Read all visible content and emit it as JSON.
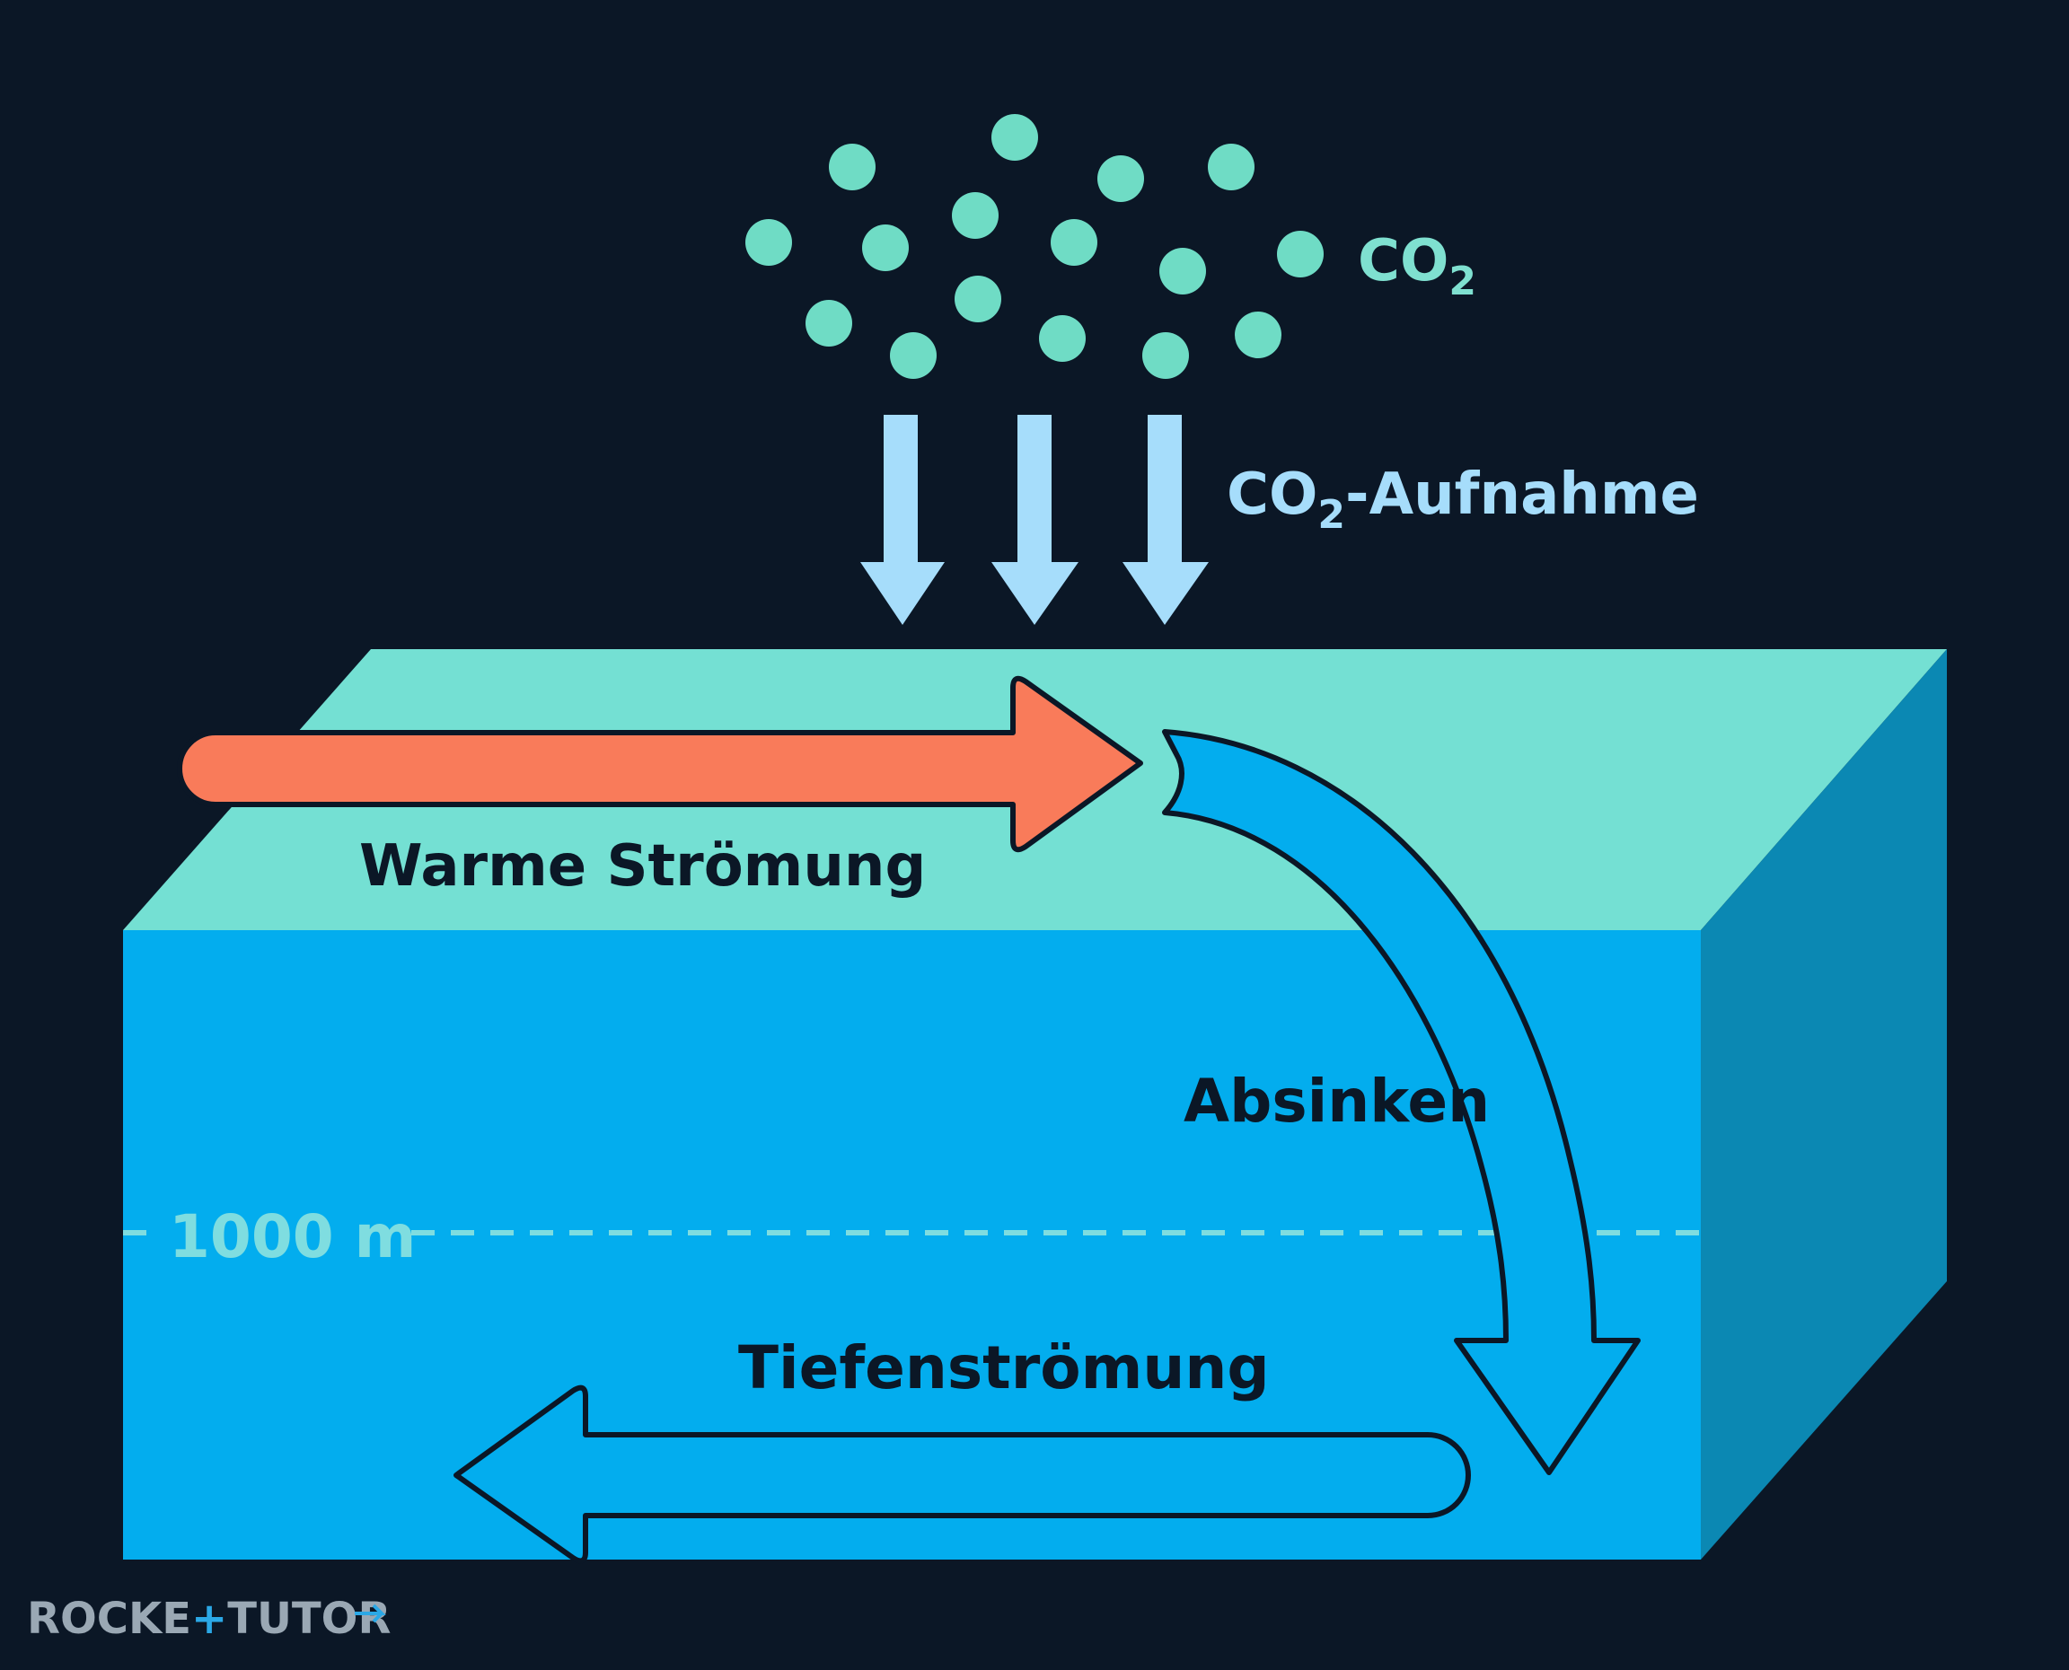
{
  "colors": {
    "background": "#0b1726",
    "ocean_top": "#74e0d3",
    "ocean_front": "#03adee",
    "ocean_side": "#0b88b3",
    "warm_current": "#f97b5a",
    "co2_particles": "#6fdcc5",
    "uptake_arrows": "#a6ddfb",
    "deep_current": "#03adee",
    "outline": "#0b1726",
    "depth_line": "#7fdde0"
  },
  "labels": {
    "co2_main": "CO",
    "co2_sub": "2",
    "uptake_main": "CO",
    "uptake_sub": "2",
    "uptake_rest": "-Aufnahme",
    "warm_current": "Warme Strömung",
    "sinking": "Absinken",
    "depth": "1000 m",
    "deep_current": "Tiefenströmung"
  },
  "logo": {
    "text": "ROCKETTUTOR",
    "icons": [
      "plus-icon",
      "arrow-right-icon"
    ]
  },
  "icons": {
    "co2_particles": "circle-dot-icon",
    "uptake_arrows": "arrow-down-icon",
    "warm_current": "arrow-right-icon",
    "sinking": "curved-arrow-down-icon",
    "deep_current": "arrow-left-icon"
  }
}
